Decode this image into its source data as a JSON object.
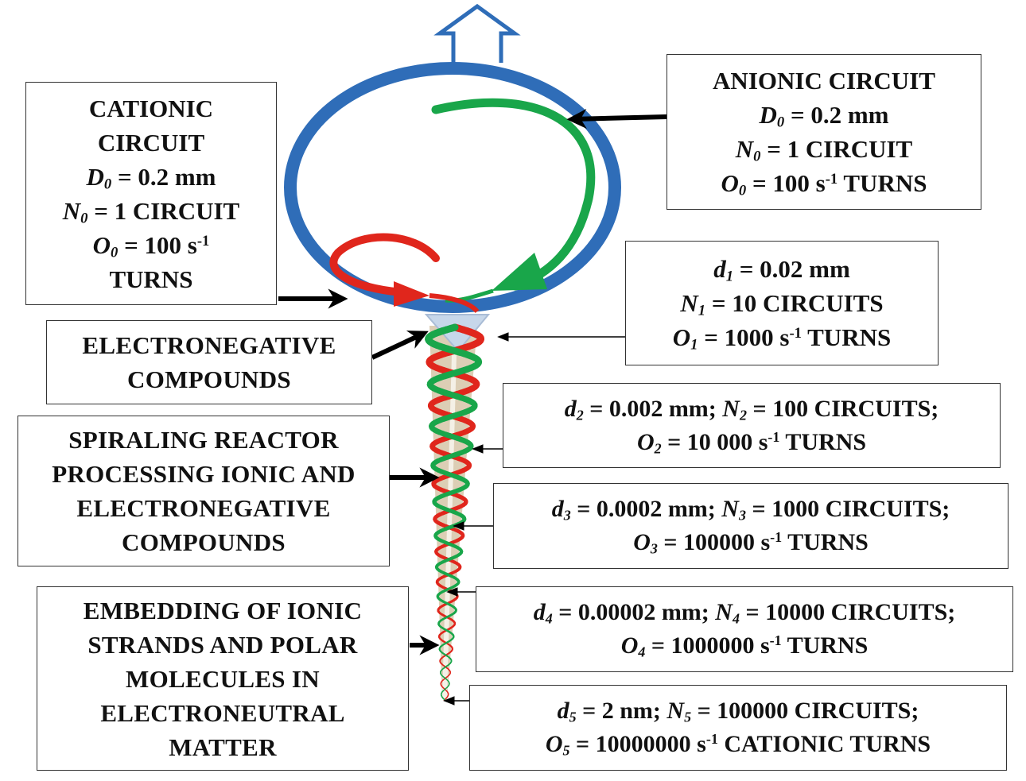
{
  "colors": {
    "circuit": "#2f6db8",
    "cationic": "#e0261c",
    "anionic": "#19a64a",
    "cone": "#d6c6a8",
    "funnel": "#c7d7ea",
    "arrow": "#000000",
    "box_border": "#333333"
  },
  "icons": [
    "outflow-arrow-icon"
  ],
  "boxes": {
    "cationic": {
      "title1": "CATIONIC",
      "title2": "CIRCUIT",
      "d_sym": "D",
      "d_sub": "0",
      "d_val": "= 0.2 mm",
      "n_sym": "N",
      "n_sub": "0",
      "n_val": "= 1 CIRCUIT",
      "o_sym": "O",
      "o_sub": "0",
      "o_val": "= 100 s",
      "o_exp": "-1",
      "o_tail": "TURNS"
    },
    "anionic": {
      "title": "ANIONIC CIRCUIT",
      "d_sym": "D",
      "d_sub": "0",
      "d_val": "= 0.2 mm",
      "n_sym": "N",
      "n_sub": "0",
      "n_val": "= 1 CIRCUIT",
      "o_sym": "O",
      "o_sub": "0",
      "o_val": "= 100 s",
      "o_exp": "-1",
      "o_tail": " TURNS"
    },
    "level1": {
      "d_sym": "d",
      "d_sub": "1",
      "d_val": "= 0.02 mm",
      "n_sym": "N",
      "n_sub": "1",
      "n_val": "= 10 CIRCUITS",
      "o_sym": "O",
      "o_sub": "1",
      "o_val": "= 1000 s",
      "o_exp": "-1",
      "o_tail": " TURNS"
    },
    "electronegative": {
      "line1": "ELECTRONEGATIVE",
      "line2": "COMPOUNDS"
    },
    "level2": {
      "d_sym": "d",
      "d_sub": "2",
      "d_val": "= 0.002 mm; ",
      "n_sym": "N",
      "n_sub": "2",
      "n_val": "= 100 CIRCUITS;",
      "o_sym": "O",
      "o_sub": "2",
      "o_val": "= 10 000 s",
      "o_exp": "-1",
      "o_tail": " TURNS"
    },
    "reactor": {
      "line1": "SPIRALING REACTOR",
      "line2": "PROCESSING IONIC AND",
      "line3": "ELECTRONEGATIVE",
      "line4": "COMPOUNDS"
    },
    "level3": {
      "d_sym": "d",
      "d_sub": "3",
      "d_val": "= 0.0002 mm; ",
      "n_sym": "N",
      "n_sub": "3",
      "n_val": "= 1000 CIRCUITS;",
      "o_sym": "O",
      "o_sub": "3",
      "o_val": "= 100000 s",
      "o_exp": "-1",
      "o_tail": " TURNS"
    },
    "embedding": {
      "line1": "EMBEDDING OF IONIC",
      "line2": "STRANDS AND POLAR",
      "line3": "MOLECULES IN",
      "line4": "ELECTRONEUTRAL",
      "line5": "MATTER"
    },
    "level4": {
      "d_sym": "d",
      "d_sub": "4",
      "d_val": "= 0.00002 mm; ",
      "n_sym": "N",
      "n_sub": "4",
      "n_val": "= 10000 CIRCUITS;",
      "o_sym": "O",
      "o_sub": "4",
      "o_val": "= 1000000 s",
      "o_exp": "-1",
      "o_tail": " TURNS"
    },
    "level5": {
      "d_sym": "d",
      "d_sub": "5",
      "d_val": "= 2 nm; ",
      "n_sym": "N",
      "n_sub": "5",
      "n_val": "= 100000 CIRCUITS;",
      "o_sym": "O",
      "o_sub": "5",
      "o_val": "= 10000000 s",
      "o_exp": "-1",
      "o_tail": " CATIONIC TURNS"
    }
  }
}
